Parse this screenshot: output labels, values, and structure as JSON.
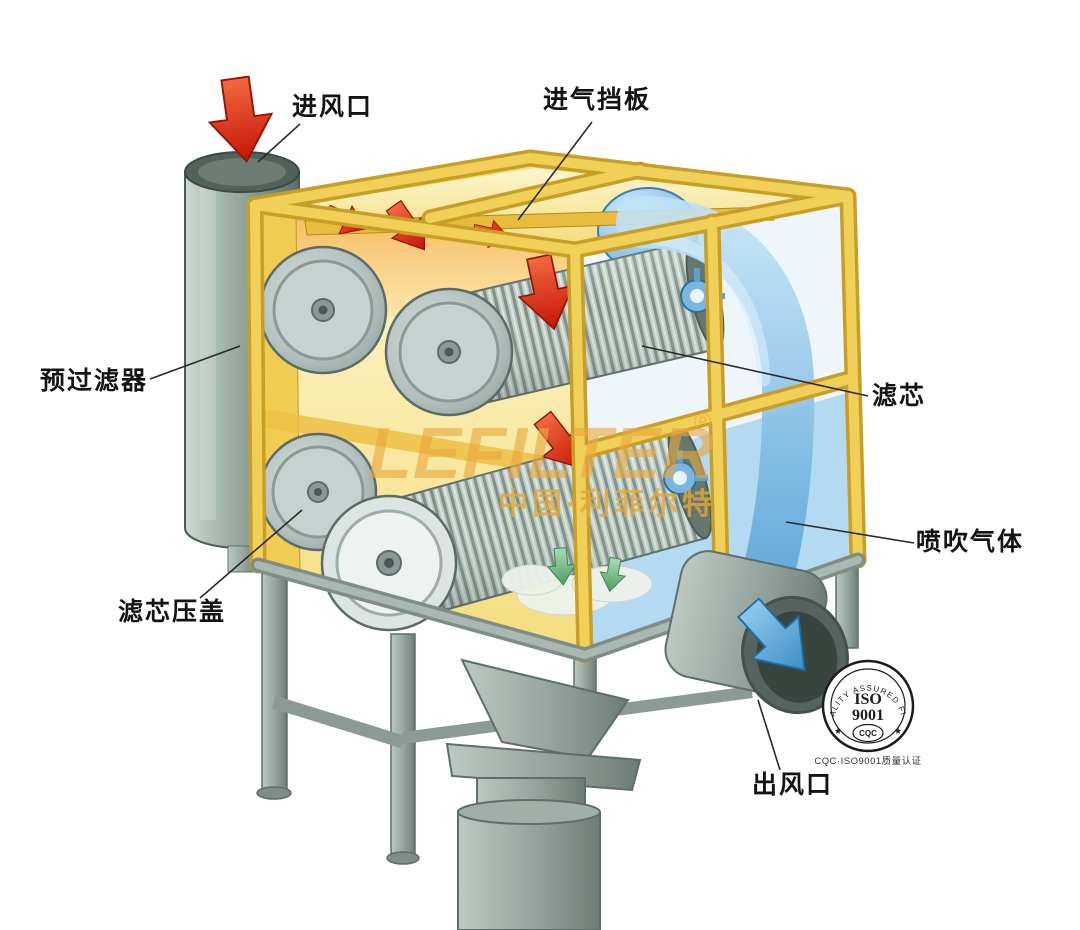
{
  "labels": {
    "air_inlet": "进风口",
    "intake_baffle": "进气挡板",
    "pre_filter": "预过滤器",
    "filter_cartridge": "滤芯",
    "pulse_gas": "喷吹气体",
    "cartridge_cover": "滤芯压盖",
    "air_outlet": "出风口"
  },
  "watermark": {
    "logo": "LEFILTER",
    "reg": "®",
    "subtitle": "中国·利菲尔特"
  },
  "badge": {
    "arc_text": "QUALITY ASSURED FIRM",
    "star_left": "★",
    "star_right": "★",
    "iso": "ISO",
    "number": "9001",
    "cqc": "CQC",
    "caption": "CQC·ISO9001质量认证"
  },
  "colors": {
    "housing_yellow": "#edc84a",
    "interior_yellow": "#f9eeb4",
    "dirty_air_red": "#d92b12",
    "clean_air_blue": "#5aa7dc",
    "dust_green": "#79c48b",
    "metal_gray": "#93a49d"
  }
}
